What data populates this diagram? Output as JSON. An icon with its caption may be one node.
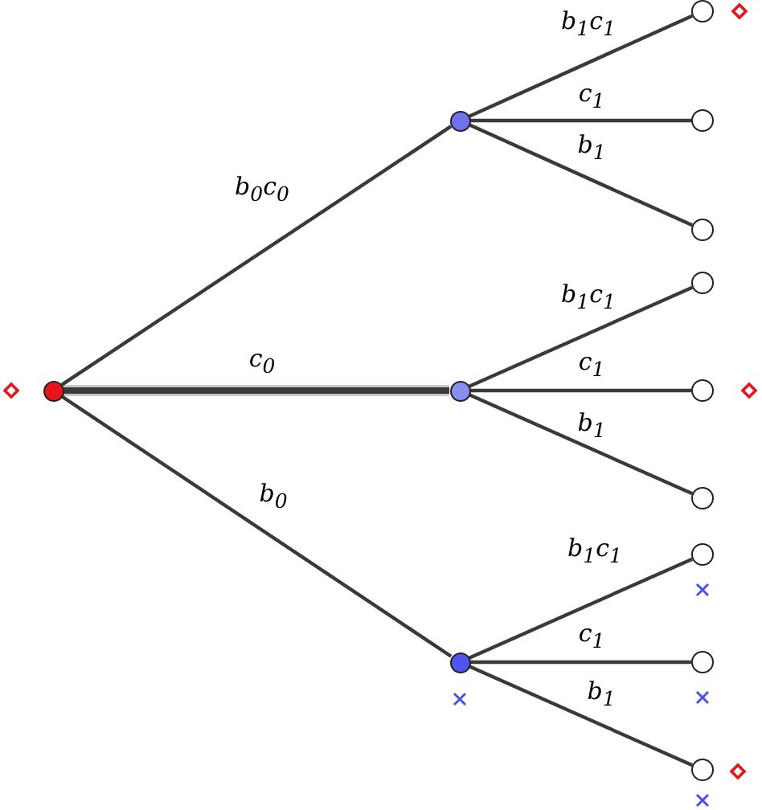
{
  "diagram": {
    "nodes": [
      {
        "text": [],
        "shape": "circle"
      },
      {
        "text": [],
        "shape": "circle"
      },
      {
        "text": [],
        "shape": "circle"
      },
      {
        "text": [],
        "shape": "circle"
      },
      {
        "text": [],
        "shape": "circle"
      },
      {
        "text": [],
        "shape": "circle"
      },
      {
        "text": [],
        "shape": "circle"
      },
      {
        "text": [],
        "shape": "circle"
      },
      {
        "text": [],
        "shape": "circle"
      },
      {
        "text": [],
        "shape": "circle"
      },
      {
        "text": [],
        "shape": "circle"
      },
      {
        "text": [],
        "shape": "circle"
      },
      {
        "text": [],
        "shape": "circle"
      }
    ],
    "edges": [
      {
        "from": 0,
        "to": 1,
        "arrow": "none",
        "label": "b$_{0}$c$_{0}$"
      },
      {
        "from": 0,
        "to": 2,
        "arrow": "none",
        "label": "c$_{0}$",
        "style": "thick"
      },
      {
        "from": 0,
        "to": 3,
        "arrow": "none",
        "label": "b$_{0}$"
      },
      {
        "from": 1,
        "to": 4,
        "arrow": "none",
        "label": "b$_{1}$c$_{1}$"
      },
      {
        "from": 1,
        "to": 5,
        "arrow": "none",
        "label": "c$_{1}$"
      },
      {
        "from": 1,
        "to": 6,
        "arrow": "none",
        "label": "b$_{1}$"
      },
      {
        "from": 2,
        "to": 7,
        "arrow": "none",
        "label": "b$_{1}$c$_{1}$"
      },
      {
        "from": 2,
        "to": 8,
        "arrow": "none",
        "label": "c$_{1}$"
      },
      {
        "from": 2,
        "to": 9,
        "arrow": "none",
        "label": "b$_{1}$"
      },
      {
        "from": 3,
        "to": 10,
        "arrow": "none",
        "label": "b$_{1}$c$_{1}$"
      },
      {
        "from": 3,
        "to": 11,
        "arrow": "none",
        "label": "c$_{1}$"
      },
      {
        "from": 3,
        "to": 12,
        "arrow": "none",
        "label": "b$_{1}$"
      }
    ]
  }
}
